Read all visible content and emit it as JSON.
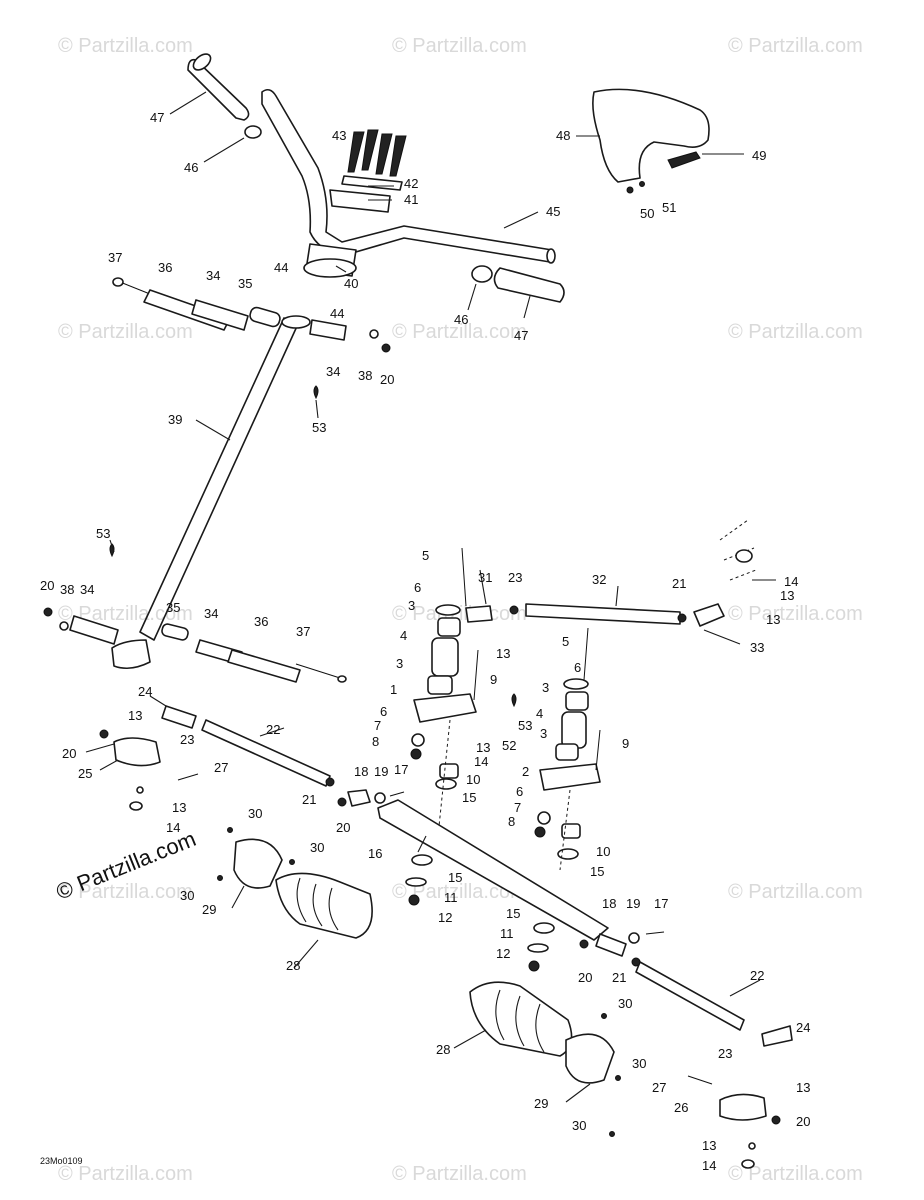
{
  "watermark": "© Partzilla.com",
  "copyright_stamp": "© Partzilla.com",
  "drawing_code": "23Mo0109",
  "callouts": [
    {
      "id": "47"
    },
    {
      "id": "46"
    },
    {
      "id": "43"
    },
    {
      "id": "42"
    },
    {
      "id": "41"
    },
    {
      "id": "45"
    },
    {
      "id": "48"
    },
    {
      "id": "49"
    },
    {
      "id": "50"
    },
    {
      "id": "51"
    },
    {
      "id": "37"
    },
    {
      "id": "36"
    },
    {
      "id": "34"
    },
    {
      "id": "44"
    },
    {
      "id": "35"
    },
    {
      "id": "40"
    },
    {
      "id": "44"
    },
    {
      "id": "46"
    },
    {
      "id": "47"
    },
    {
      "id": "34"
    },
    {
      "id": "38"
    },
    {
      "id": "20"
    },
    {
      "id": "39"
    },
    {
      "id": "53"
    },
    {
      "id": "53"
    },
    {
      "id": "20"
    },
    {
      "id": "38"
    },
    {
      "id": "34"
    },
    {
      "id": "35"
    },
    {
      "id": "34"
    },
    {
      "id": "36"
    },
    {
      "id": "37"
    },
    {
      "id": "5"
    },
    {
      "id": "31"
    },
    {
      "id": "23"
    },
    {
      "id": "32"
    },
    {
      "id": "21"
    },
    {
      "id": "14"
    },
    {
      "id": "13"
    },
    {
      "id": "13"
    },
    {
      "id": "33"
    },
    {
      "id": "6"
    },
    {
      "id": "3"
    },
    {
      "id": "4"
    },
    {
      "id": "13"
    },
    {
      "id": "3"
    },
    {
      "id": "9"
    },
    {
      "id": "5"
    },
    {
      "id": "6"
    },
    {
      "id": "3"
    },
    {
      "id": "1"
    },
    {
      "id": "53"
    },
    {
      "id": "4"
    },
    {
      "id": "9"
    },
    {
      "id": "6"
    },
    {
      "id": "7"
    },
    {
      "id": "8"
    },
    {
      "id": "13"
    },
    {
      "id": "52"
    },
    {
      "id": "3"
    },
    {
      "id": "14"
    },
    {
      "id": "2"
    },
    {
      "id": "10"
    },
    {
      "id": "6"
    },
    {
      "id": "15"
    },
    {
      "id": "7"
    },
    {
      "id": "8"
    },
    {
      "id": "24"
    },
    {
      "id": "13"
    },
    {
      "id": "23"
    },
    {
      "id": "22"
    },
    {
      "id": "20"
    },
    {
      "id": "25"
    },
    {
      "id": "27"
    },
    {
      "id": "13"
    },
    {
      "id": "14"
    },
    {
      "id": "18"
    },
    {
      "id": "19"
    },
    {
      "id": "17"
    },
    {
      "id": "21"
    },
    {
      "id": "20"
    },
    {
      "id": "10"
    },
    {
      "id": "15"
    },
    {
      "id": "16"
    },
    {
      "id": "30"
    },
    {
      "id": "30"
    },
    {
      "id": "30"
    },
    {
      "id": "29"
    },
    {
      "id": "28"
    },
    {
      "id": "15"
    },
    {
      "id": "11"
    },
    {
      "id": "12"
    },
    {
      "id": "18"
    },
    {
      "id": "19"
    },
    {
      "id": "17"
    },
    {
      "id": "15"
    },
    {
      "id": "11"
    },
    {
      "id": "12"
    },
    {
      "id": "20"
    },
    {
      "id": "21"
    },
    {
      "id": "22"
    },
    {
      "id": "30"
    },
    {
      "id": "28"
    },
    {
      "id": "30"
    },
    {
      "id": "24"
    },
    {
      "id": "23"
    },
    {
      "id": "29"
    },
    {
      "id": "27"
    },
    {
      "id": "13"
    },
    {
      "id": "26"
    },
    {
      "id": "20"
    },
    {
      "id": "30"
    },
    {
      "id": "13"
    },
    {
      "id": "14"
    }
  ]
}
